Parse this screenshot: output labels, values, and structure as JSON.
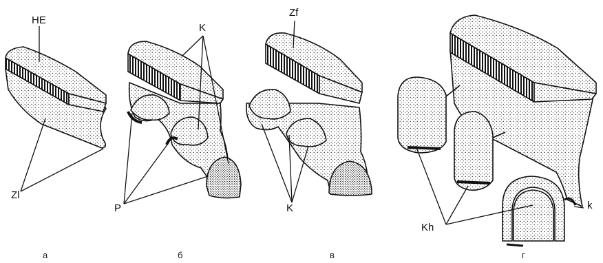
{
  "colors": {
    "ink": "#111111",
    "paper": "#ffffff"
  },
  "labels": {
    "he": "HE",
    "zl": "Zl",
    "k_b": "K",
    "p": "P",
    "zf": "Zf",
    "k_v": "K",
    "kh": "Kh",
    "k_g": "k"
  },
  "captions": {
    "a": "а",
    "b": "б",
    "v": "в",
    "g": "г"
  }
}
